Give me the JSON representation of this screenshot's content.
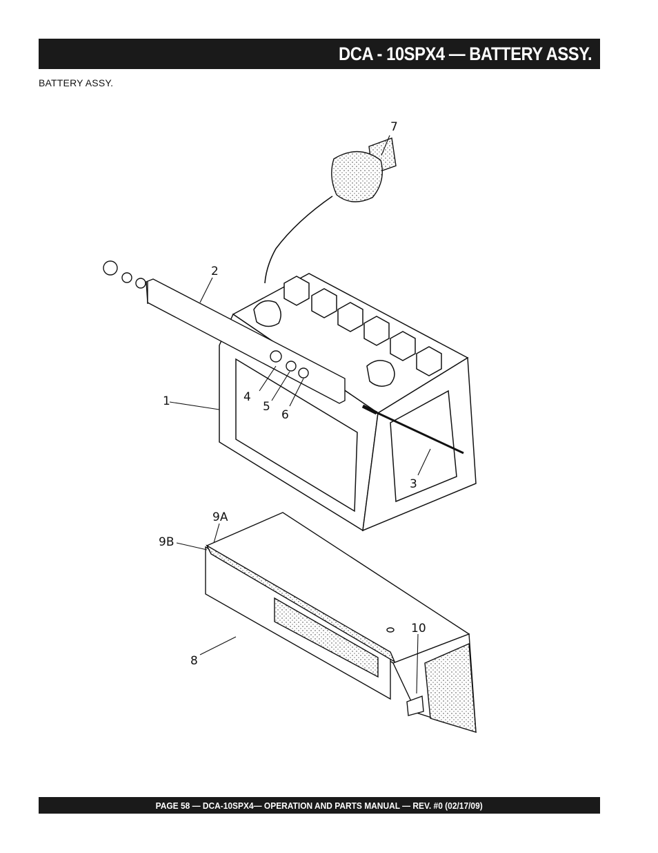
{
  "header": {
    "title": "DCA - 10SPX4 — BATTERY ASSY."
  },
  "section": {
    "label": "BATTERY ASSY."
  },
  "callouts": {
    "c1": "1",
    "c2": "2",
    "c3": "3",
    "c4": "4",
    "c5": "5",
    "c6": "6",
    "c7": "7",
    "c8": "8",
    "c9a": "9A",
    "c9b": "9B",
    "c10": "10"
  },
  "footer": {
    "text": "PAGE 58 — DCA-10SPX4—  OPERATION  AND PARTS MANUAL — REV. #0  (02/17/09)"
  }
}
